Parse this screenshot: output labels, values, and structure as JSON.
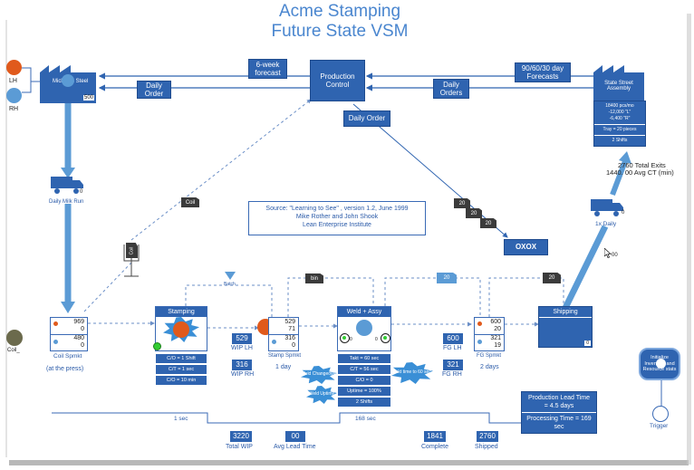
{
  "title": {
    "line1": "Acme Stamping",
    "line2": "Future State VSM"
  },
  "supplier": {
    "name": "Michigan Steel",
    "tag": "500",
    "lh": "LH",
    "rh": "RH"
  },
  "customer": {
    "name": "State Street Assembly",
    "data": [
      "18400 pcs/mo",
      "-12,000 \"L\"",
      "-6,400 \"R\"",
      "Tray = 20 pieces",
      "2 Shifts"
    ]
  },
  "production_control": {
    "label": "Production Control"
  },
  "flows": {
    "six_week_forecast": "6-week forecast",
    "daily_order_supplier": "Daily Order",
    "forecast_customer": "90/60/30 day Forecasts",
    "daily_orders_customer": "Daily Orders",
    "daily_order_center": "Daily Order",
    "milk_run": "Daily Milk Run",
    "one_x_daily": "1x Daily",
    "truck_count": "0"
  },
  "exits_info": {
    "line1": "2760 Total Exits",
    "line2": "1440. 00 Avg CT (min)"
  },
  "source_note": {
    "line1": "Source: \"Learning to See\" , version 1.2, June 1999",
    "line2": "Mike Rother and John Shook",
    "line3": "Lean Enterprise Institute"
  },
  "kanbans": {
    "coil": "Coil",
    "coil_post": "Coil",
    "k20a": "20",
    "k20b": "20",
    "k20c": "20",
    "bin": "bin",
    "k20d": "20",
    "k20e": "20"
  },
  "oxox": "OXOX",
  "cursor_label": "00",
  "coil_supermarket": {
    "label": "Coil Spmkt",
    "sublabel": "(at the press)",
    "rows": [
      {
        "value": "969",
        "sub": "0"
      },
      {
        "value": "480",
        "sub": "0"
      }
    ],
    "coil_label": "Coil_"
  },
  "stamping": {
    "label": "Stamping",
    "data": [
      "C/O = 1 Shift",
      "C/T = 1 sec",
      "C/O = 10 min"
    ]
  },
  "batch_label": "Batch",
  "wip": {
    "lh_value": "529",
    "lh_label": "WIP LH",
    "rh_value": "316",
    "rh_label": "WIP RH"
  },
  "stamp_supermarket": {
    "label": "Stamp Spmkt",
    "rows": [
      {
        "value": "529",
        "sub": "71"
      },
      {
        "value": "316",
        "sub": "0"
      }
    ],
    "days": "1 day"
  },
  "weld": {
    "label": "Weld + Assy",
    "data": [
      "Takt = 60 sec",
      "C/T = 56 sec",
      "C/O = 0",
      "Uptime = 100%",
      "2 Shifts"
    ],
    "kaizens": [
      "Weld Changeover",
      "Weld Uptime",
      "Takt time to 60 sec"
    ],
    "left_dot": "0",
    "right_dot": "0"
  },
  "fg": {
    "lh_value": "600",
    "lh_label": "FG LH",
    "rh_value": "321",
    "rh_label": "FG RH"
  },
  "fg_supermarket": {
    "label": "FG Spmkt",
    "rows": [
      {
        "value": "600",
        "sub": "20"
      },
      {
        "value": "321",
        "sub": "19"
      }
    ],
    "days": "2 days"
  },
  "shipping": {
    "label": "Shipping",
    "tag": "0"
  },
  "timeline": {
    "seg1": "1 sec",
    "seg2": "168 sec"
  },
  "lead_times": {
    "production": "Production Lead Time = 4.5 days",
    "processing": "Processing Time = 169 sec"
  },
  "stats": [
    {
      "value": "3220",
      "label": "Total WIP"
    },
    {
      "value": "00",
      "label": "Avg Lead Time"
    },
    {
      "value": "1841",
      "label": "Complete"
    },
    {
      "value": "2760",
      "label": "Shipped"
    }
  ],
  "init_node": {
    "label": "Initialize Inventory and Resource stats"
  },
  "trigger": {
    "label": "Trigger"
  },
  "colors": {
    "accent": "#2f64b0",
    "arrow": "#4a86cf",
    "orange": "#e05a1c",
    "light_blue": "#5b9bd5"
  }
}
